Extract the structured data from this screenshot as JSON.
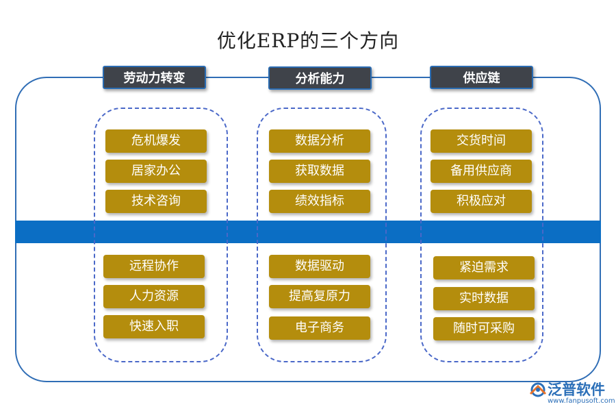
{
  "title": "优化ERP的三个方向",
  "columns": [
    {
      "header": "劳动力转变",
      "items": [
        "危机爆发",
        "居家办公",
        "技术咨询",
        "远程协作",
        "人力资源",
        "快速入职"
      ]
    },
    {
      "header": "分析能力",
      "items": [
        "数据分析",
        "获取数据",
        "绩效指标",
        "数据驱动",
        "提高复原力",
        "电子商务"
      ]
    },
    {
      "header": "供应链",
      "items": [
        "交货时间",
        "备用供应商",
        "积极应对",
        "紧迫需求",
        "实时数据",
        "随时可采购"
      ]
    }
  ],
  "logo": {
    "name": "泛普软件",
    "url": "www.fanpusoft.com"
  },
  "colors": {
    "frame": "#2f6db5",
    "band": "#0b6ec4",
    "header_bg": "#3f434a",
    "item_bg": "#b48d0d",
    "dashed": "#4a68c8"
  }
}
